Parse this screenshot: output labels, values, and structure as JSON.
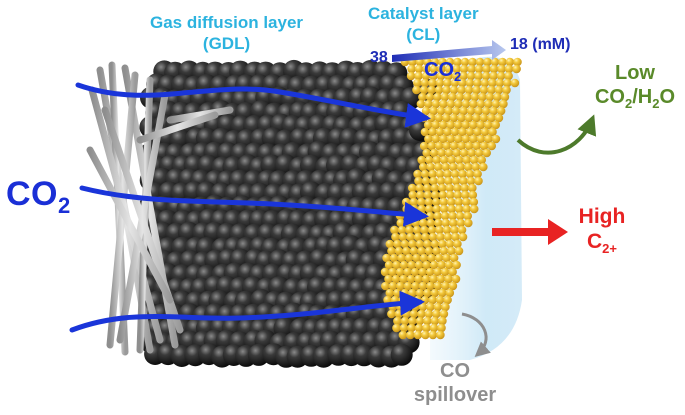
{
  "labels": {
    "gdl_title": "Gas diffusion layer",
    "gdl_abbr": "(GDL)",
    "cl_title": "Catalyst layer",
    "cl_abbr": "(CL)",
    "conc_start": "38",
    "conc_end": "18 (mM)",
    "co2_inner": "CO",
    "co2_inner_sub": "2",
    "co2_main": "CO",
    "co2_main_sub": "2",
    "low_line1": "Low",
    "low_line2_a": "CO",
    "low_line2_sub1": "2",
    "low_line2_b": "/H",
    "low_line2_sub2": "2",
    "low_line2_c": "O",
    "high_line1": "High",
    "high_line2": "C",
    "high_line2_sub": "2+",
    "spill_line1": "CO",
    "spill_line2": "spillover"
  },
  "colors": {
    "gdl_text": "#2cb3df",
    "concentration_arrow": "#1f2db6",
    "flow_arrows": "#1a35d9",
    "low_text": "#5a8a2a",
    "high_text": "#e82323",
    "spillover_text": "#8e8e8e",
    "carbon_spheres": "#1f1f1f",
    "catalyst_spheres": "#f0c53a",
    "fibers": "#b9b9b9",
    "membrane": "#cfe9f6"
  }
}
